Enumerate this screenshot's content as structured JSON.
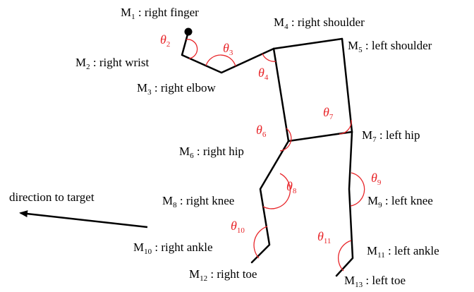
{
  "figure": {
    "markers": [
      {
        "id": "M1",
        "letter": "M",
        "index": "1",
        "text": " : right finger"
      },
      {
        "id": "M2",
        "letter": "M",
        "index": "2",
        "text": " : right wrist"
      },
      {
        "id": "M3",
        "letter": "M",
        "index": "3",
        "text": " : right elbow"
      },
      {
        "id": "M4",
        "letter": "M",
        "index": "4",
        "text": " : right shoulder"
      },
      {
        "id": "M5",
        "letter": "M",
        "index": "5",
        "text": " : left shoulder"
      },
      {
        "id": "M6",
        "letter": "M",
        "index": "6",
        "text": " : right hip"
      },
      {
        "id": "M7",
        "letter": "M",
        "index": "7",
        "text": " : left hip"
      },
      {
        "id": "M8",
        "letter": "M",
        "index": "8",
        "text": " : right knee"
      },
      {
        "id": "M9",
        "letter": "M",
        "index": "9",
        "text": " : left knee"
      },
      {
        "id": "M10",
        "letter": "M",
        "index": "10",
        "text": " : right ankle"
      },
      {
        "id": "M11",
        "letter": "M",
        "index": "11",
        "text": " : left ankle"
      },
      {
        "id": "M12",
        "letter": "M",
        "index": "12",
        "text": " : right toe"
      },
      {
        "id": "M13",
        "letter": "M",
        "index": "13",
        "text": " : left toe"
      }
    ],
    "angles": [
      {
        "id": "theta2",
        "symbol": "θ",
        "index": "2"
      },
      {
        "id": "theta3",
        "symbol": "θ",
        "index": "3"
      },
      {
        "id": "theta4",
        "symbol": "θ",
        "index": "4"
      },
      {
        "id": "theta6",
        "symbol": "θ",
        "index": "6"
      },
      {
        "id": "theta7",
        "symbol": "θ",
        "index": "7"
      },
      {
        "id": "theta8",
        "symbol": "θ",
        "index": "8"
      },
      {
        "id": "theta9",
        "symbol": "θ",
        "index": "9"
      },
      {
        "id": "theta10",
        "symbol": "θ",
        "index": "10"
      },
      {
        "id": "theta11",
        "symbol": "θ",
        "index": "11"
      }
    ],
    "direction_label": "direction to target",
    "colors": {
      "skeleton": "#000000",
      "angle": "#e8262a",
      "text": "#000000"
    }
  }
}
